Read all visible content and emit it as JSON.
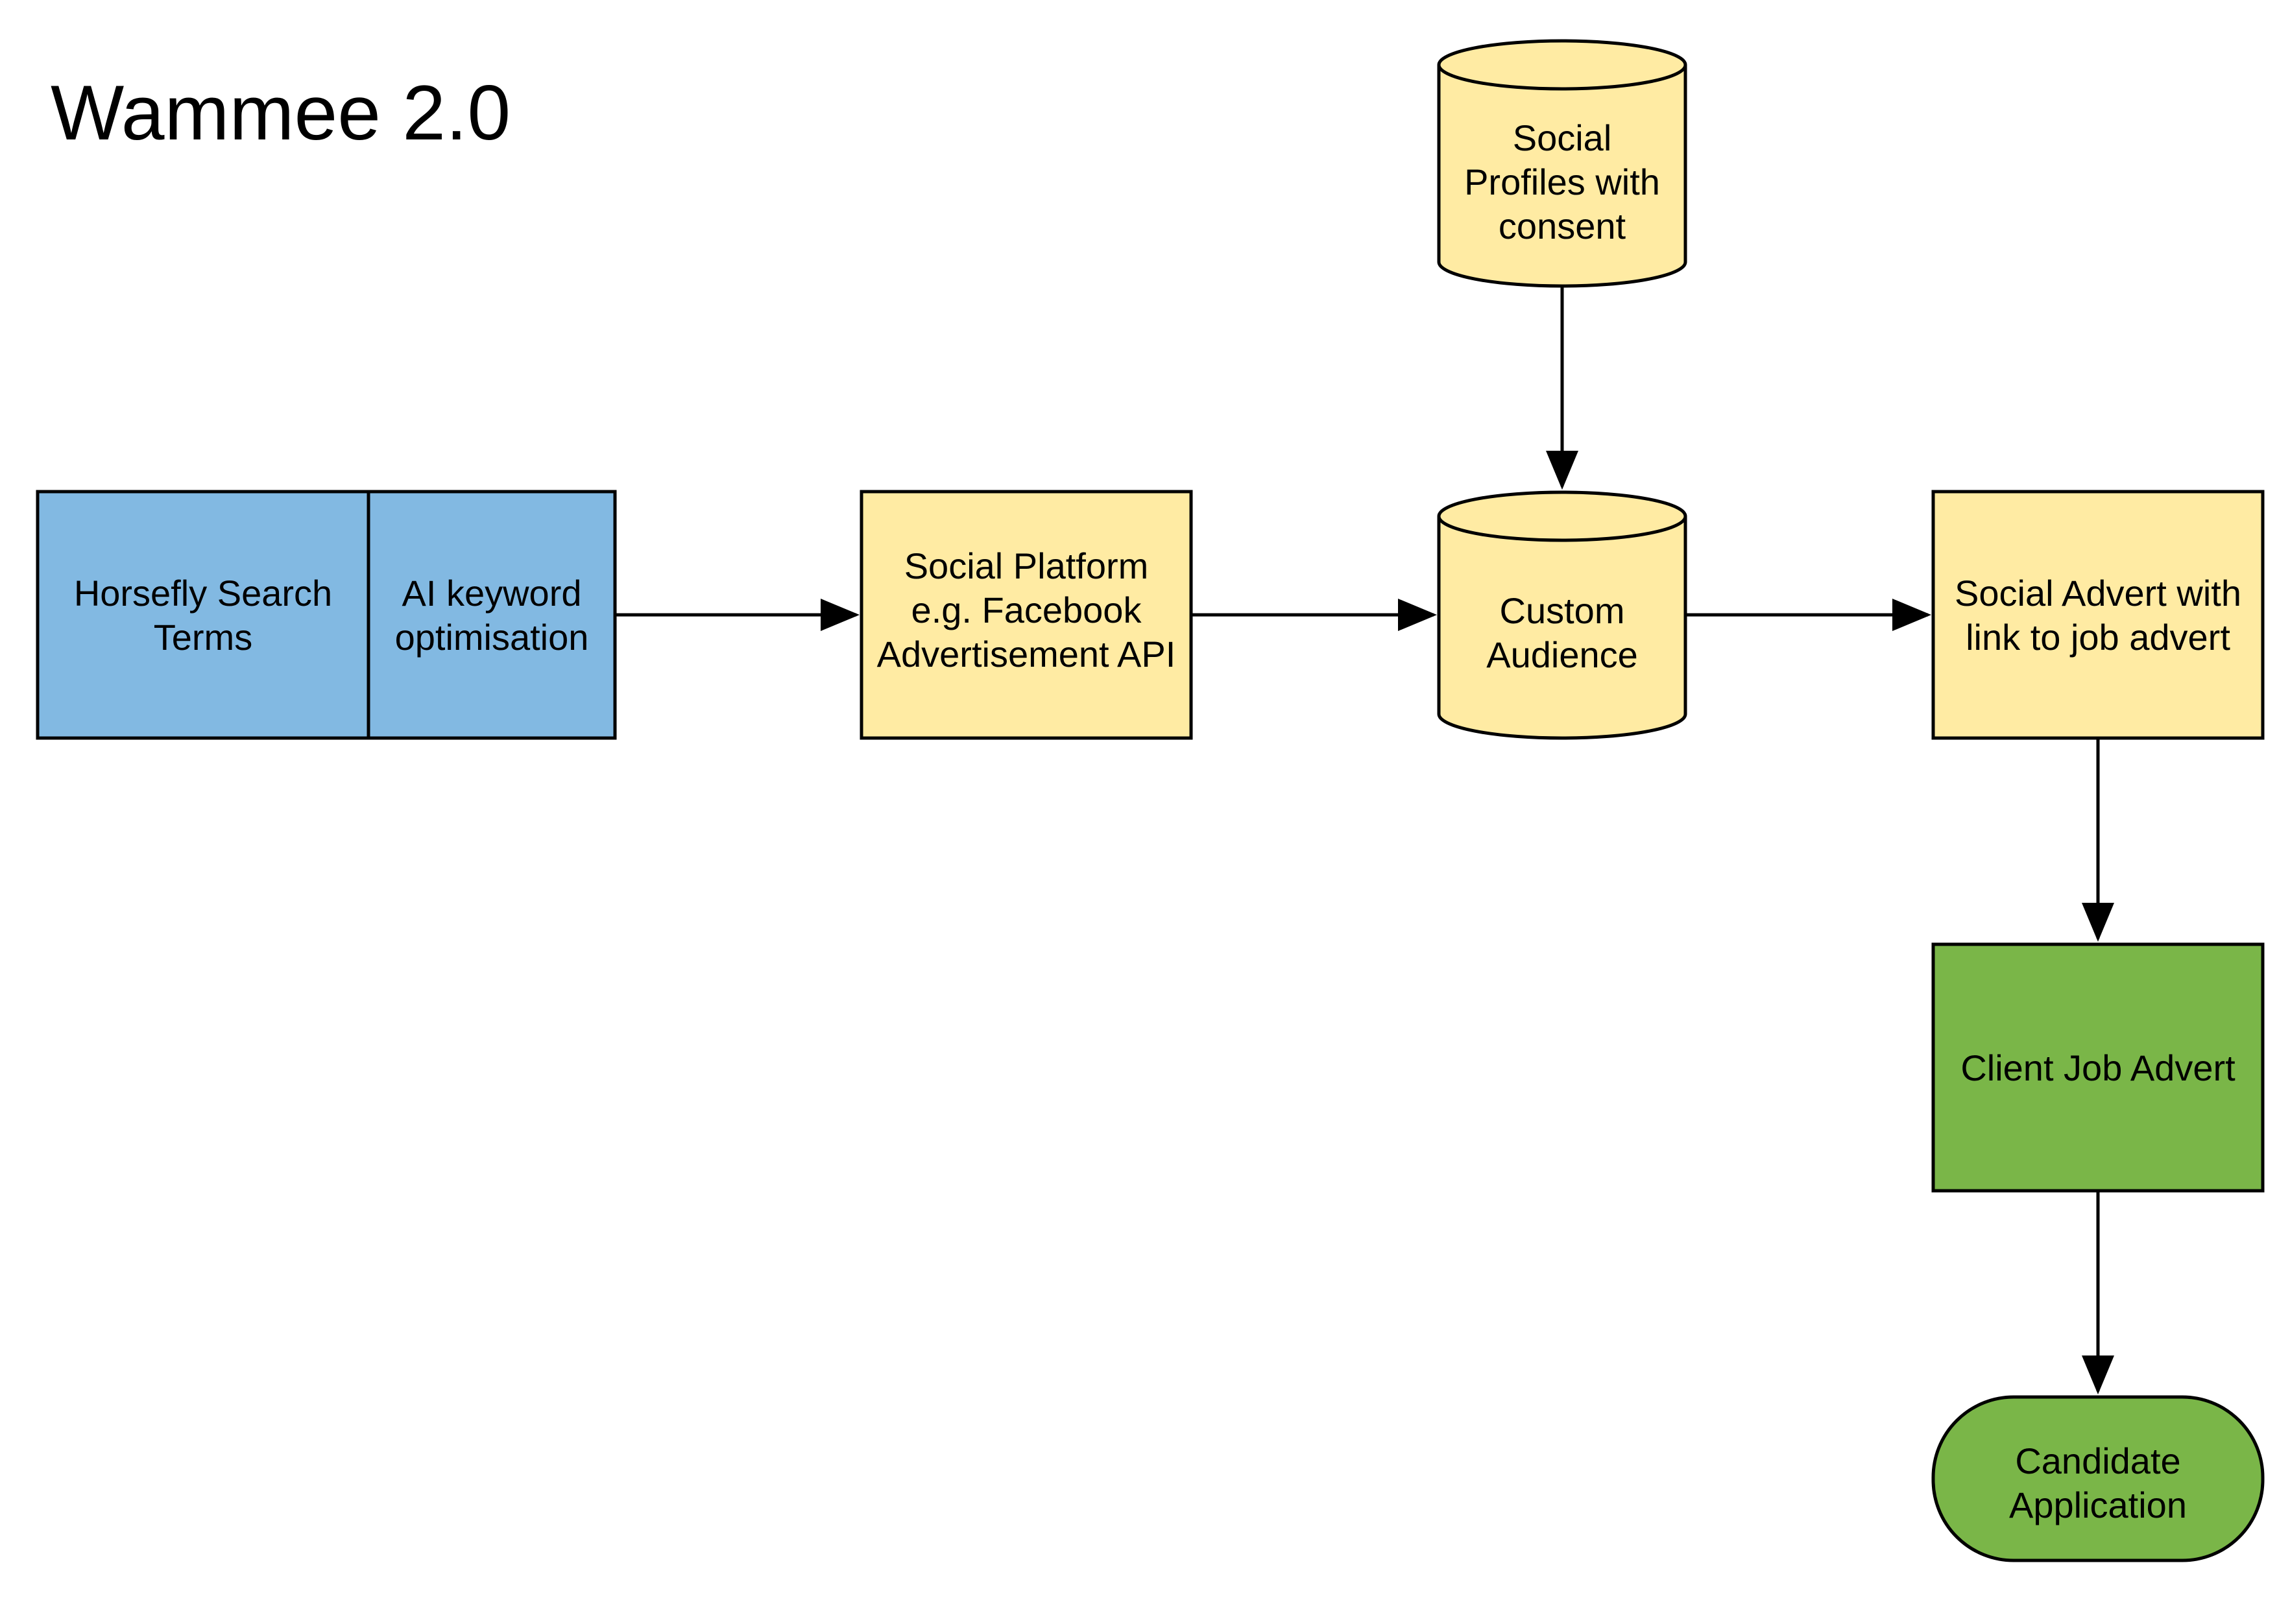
{
  "title": "Wammee 2.0",
  "colors": {
    "blue": "#82B9E2",
    "yellow": "#FFEBA3",
    "green": "#7AB648",
    "stroke": "#000000"
  },
  "nodes": {
    "horsefly": {
      "lines": [
        "Horsefly Search",
        "Terms"
      ]
    },
    "ai_keyword": {
      "lines": [
        "AI keyword",
        "optimisation"
      ]
    },
    "social_platform": {
      "lines": [
        "Social Platform",
        "e.g. Facebook",
        "Advertisement API"
      ]
    },
    "social_profiles": {
      "lines": [
        "Social",
        "Profiles with",
        "consent"
      ]
    },
    "custom_audience": {
      "lines": [
        "Custom",
        "Audience"
      ]
    },
    "social_advert": {
      "lines": [
        "Social Advert with",
        "link to job advert"
      ]
    },
    "client_job_advert": {
      "lines": [
        "Client Job Advert"
      ]
    },
    "candidate_application": {
      "lines": [
        "Candidate",
        "Application"
      ]
    }
  },
  "edges": [
    {
      "from": "ai_keyword",
      "to": "social_platform"
    },
    {
      "from": "social_platform",
      "to": "custom_audience"
    },
    {
      "from": "social_profiles",
      "to": "custom_audience"
    },
    {
      "from": "custom_audience",
      "to": "social_advert"
    },
    {
      "from": "social_advert",
      "to": "client_job_advert"
    },
    {
      "from": "client_job_advert",
      "to": "candidate_application"
    }
  ]
}
